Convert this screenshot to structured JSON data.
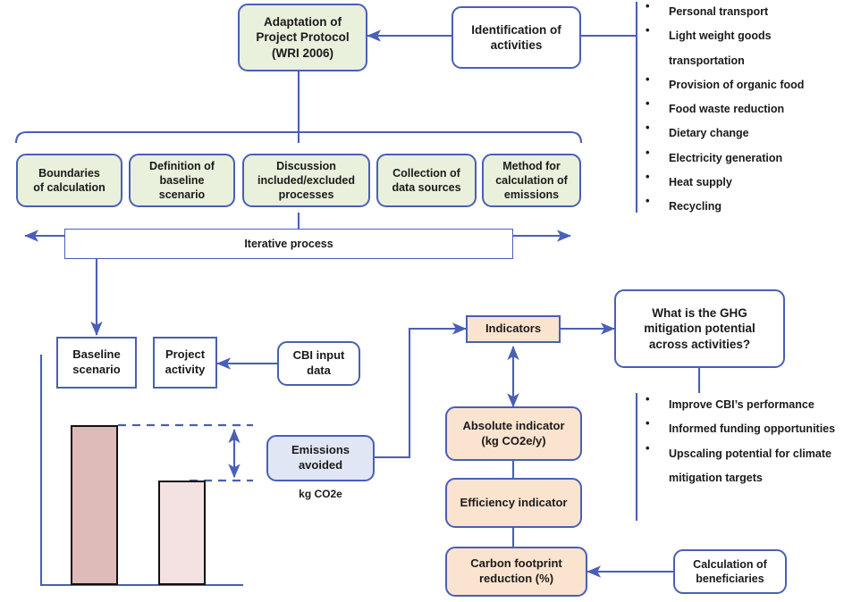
{
  "diagram": {
    "title": "GHG mitigation assessment methodology flowchart",
    "colors": {
      "stroke": "#4a5fb5",
      "green_fill": "#e9f0dc",
      "peach_fill": "#fbe4cf",
      "lavender_fill": "#e1e6f4",
      "white_fill": "#ffffff",
      "bar_baseline": "#debbb8",
      "bar_project": "#f3e2e1",
      "text": "#1a1a1a"
    },
    "nodes": {
      "adaptation_protocol": {
        "lines": [
          "Adaptation of",
          "Project Protocol",
          "(WRI 2006)"
        ]
      },
      "identification_activities": {
        "lines": [
          "Identification of",
          "activities"
        ]
      },
      "boundaries_calculation": {
        "lines": [
          "Boundaries",
          "of calculation"
        ]
      },
      "definition_baseline": {
        "lines": [
          "Definition of",
          "baseline",
          "scenario"
        ]
      },
      "discussion_processes": {
        "lines": [
          "Discussion",
          "included/excluded",
          "processes"
        ]
      },
      "collection_data_sources": {
        "lines": [
          "Collection of",
          "data sources"
        ]
      },
      "method_calculation": {
        "lines": [
          "Method for",
          "calculation of",
          "emissions"
        ]
      },
      "iterative_process": {
        "label": "Iterative process"
      },
      "baseline_scenario": {
        "lines": [
          "Baseline",
          "scenario"
        ]
      },
      "project_activity": {
        "lines": [
          "Project",
          "activity"
        ]
      },
      "cbi_input_data": {
        "lines": [
          "CBI input",
          "data"
        ]
      },
      "emissions_avoided": {
        "lines": [
          "Emissions",
          "avoided"
        ]
      },
      "kg_co2e_label": {
        "label": "kg CO2e"
      },
      "indicators": {
        "lines": [
          "Indicators"
        ]
      },
      "ghg_question": {
        "lines": [
          "What is the GHG",
          "mitigation potential",
          "across activities?"
        ]
      },
      "absolute_indicator": {
        "lines": [
          "Absolute indicator",
          "(kg CO2e/y)"
        ]
      },
      "efficiency_indicator": {
        "lines": [
          "Efficiency indicator"
        ]
      },
      "carbon_footprint_reduction": {
        "lines": [
          "Carbon footprint",
          "reduction (%)"
        ]
      },
      "calculation_beneficiaries": {
        "lines": [
          "Calculation of",
          "beneficiaries"
        ]
      }
    },
    "activities_list": {
      "bullet": "•",
      "items": [
        "Personal transport",
        "Light weight goods transportation",
        "Provision of organic food",
        "Food waste reduction",
        "Dietary change",
        "Electricity generation",
        "Heat supply",
        "Recycling"
      ]
    },
    "outcomes_list": {
      "bullet": "•",
      "items": [
        "Improve CBI’s performance",
        "Informed funding opportunities",
        "Upscaling potential for climate mitigation targets"
      ]
    },
    "chart": {
      "baseline_bar_name": "baseline emissions bar",
      "project_bar_name": "project emissions bar",
      "difference_annotation": "emissions avoided gap"
    }
  }
}
